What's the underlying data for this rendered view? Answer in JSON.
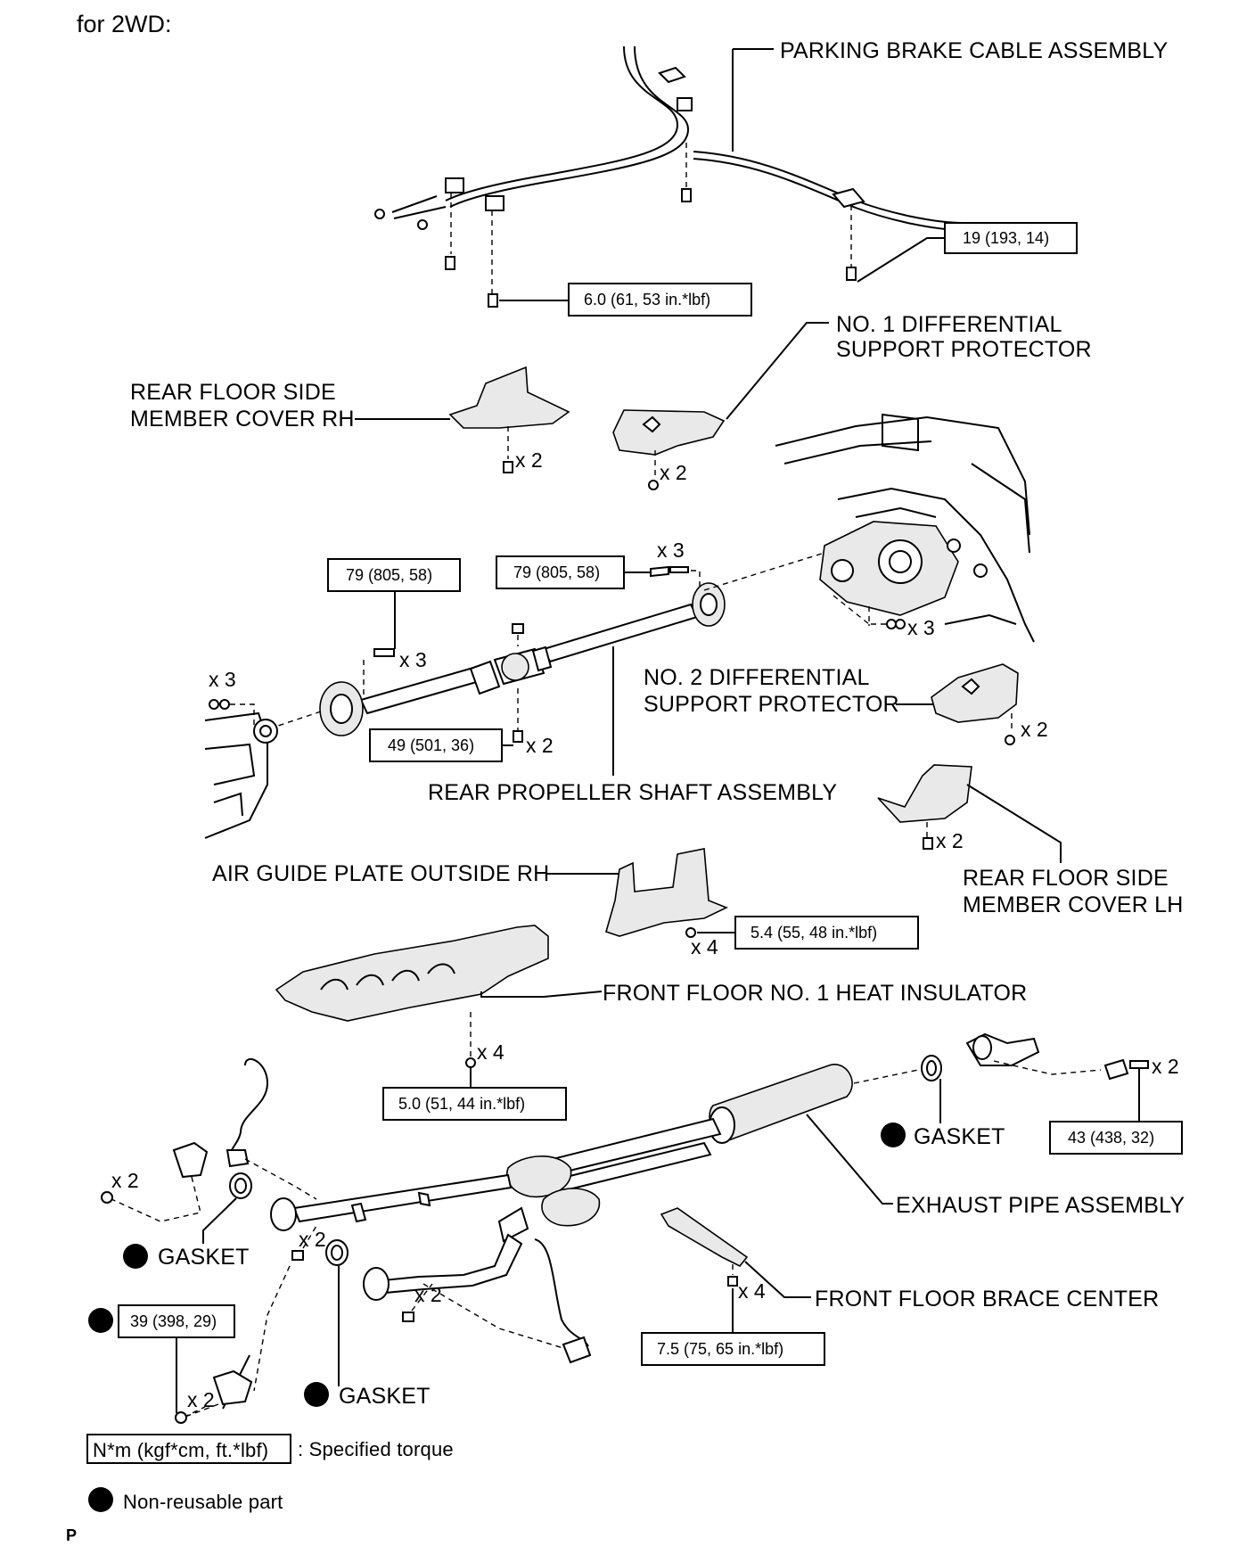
{
  "header": {
    "title": "for 2WD:"
  },
  "labels": {
    "parking_brake_cable": "PARKING BRAKE CABLE ASSEMBLY",
    "no1_diff_protector_l1": "NO. 1 DIFFERENTIAL",
    "no1_diff_protector_l2": "SUPPORT PROTECTOR",
    "rear_floor_rh_l1": "REAR FLOOR SIDE",
    "rear_floor_rh_l2": "MEMBER COVER RH",
    "no2_diff_protector_l1": "NO. 2 DIFFERENTIAL",
    "no2_diff_protector_l2": "SUPPORT PROTECTOR",
    "rear_propeller_shaft": "REAR PROPELLER SHAFT ASSEMBLY",
    "rear_floor_lh_l1": "REAR FLOOR SIDE",
    "rear_floor_lh_l2": "MEMBER COVER LH",
    "air_guide_plate": "AIR GUIDE PLATE OUTSIDE RH",
    "front_floor_insulator": "FRONT FLOOR NO. 1 HEAT INSULATOR",
    "gasket_right": "GASKET",
    "exhaust_pipe": "EXHAUST PIPE ASSEMBLY",
    "gasket_left": "GASKET",
    "front_floor_brace": "FRONT FLOOR BRACE CENTER",
    "gasket_bottom": "GASKET"
  },
  "torques": {
    "cable_19": "19 (193, 14)",
    "cable_6": "6.0 (61, 53 in.*lbf)",
    "shaft_79_left": "79 (805, 58)",
    "shaft_79_right": "79 (805, 58)",
    "shaft_49": "49 (501, 36)",
    "air_guide_5_4": "5.4 (55, 48 in.*lbf)",
    "insulator_5_0": "5.0 (51, 44 in.*lbf)",
    "exhaust_43": "43 (438, 32)",
    "exhaust_39": "39 (398, 29)",
    "brace_7_5": "7.5 (75, 65 in.*lbf)"
  },
  "multipliers": {
    "rh_cover": "x 2",
    "no1_protector": "x 2",
    "shaft_top": "x 3",
    "shaft_left_bolt": "x 3",
    "shaft_left_nut": "x 3",
    "diff_nuts": "x 3",
    "center_bearing": "x 2",
    "no2_protector": "x 2",
    "lh_cover": "x 2",
    "air_guide": "x 4",
    "insulator": "x 4",
    "rear_flange": "x 2",
    "front_left": "x 2",
    "front_mid": "x 2",
    "front_lower": "x 2",
    "bottom_left": "x 2",
    "brace": "x 4"
  },
  "legend": {
    "torque_key": "N*m (kgf*cm, ft.*lbf)",
    "torque_desc": ": Specified torque",
    "nonreusable_desc": "Non-reusable part"
  },
  "footer": {
    "code": "P"
  }
}
